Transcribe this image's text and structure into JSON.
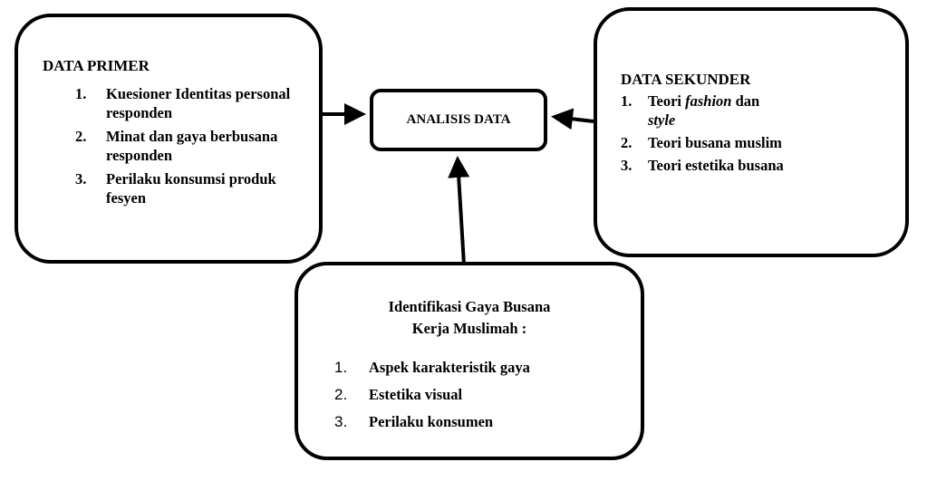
{
  "primer": {
    "title": "DATA PRIMER",
    "items": [
      {
        "num": "1.",
        "text": "Kuesioner Identitas personal responden"
      },
      {
        "num": "2.",
        "text": "Minat dan gaya berbusana responden"
      },
      {
        "num": "3.",
        "text": "Perilaku konsumsi produk fesyen"
      }
    ]
  },
  "analisis": {
    "title": "ANALISIS DATA"
  },
  "sekunder": {
    "title": "DATA SEKUNDER",
    "items": [
      {
        "num": "1.",
        "text_a": "Teori ",
        "text_italic": "fashion",
        "text_b": " dan ",
        "text_italic2": "style"
      },
      {
        "num": "2.",
        "text": "Teori busana muslim"
      },
      {
        "num": "3.",
        "text": "Teori estetika busana"
      }
    ]
  },
  "identifikasi": {
    "title_line1": "Identifikasi Gaya Busana",
    "title_line2": "Kerja Muslimah :",
    "items": [
      {
        "num": "1.",
        "text": "Aspek karakteristik gaya"
      },
      {
        "num": "2.",
        "text": "Estetika visual"
      },
      {
        "num": "3.",
        "text": "Perilaku konsumen"
      }
    ]
  }
}
